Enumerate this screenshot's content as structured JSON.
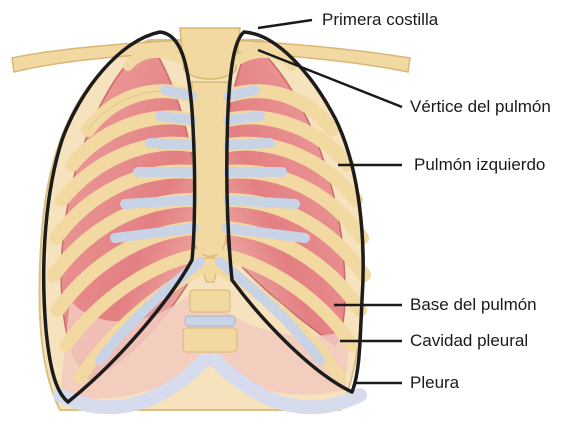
{
  "labels": {
    "first_rib": "Primera costilla",
    "lung_apex": "Vértice del pulmón",
    "left_lung": "Pulmón izquierdo",
    "lung_base": "Base del pulmón",
    "pleural_cavity": "Cavidad pleural",
    "pleura": "Pleura"
  },
  "colors": {
    "bone": "#f2d9a2",
    "bone_edge": "#d9b774",
    "lung": "#e88c8c",
    "lung_light": "#f2b9ad",
    "cartilage": "#c9d3e6",
    "pleura_outline": "#1c1c1c",
    "leader_line": "#1a1a1a"
  }
}
